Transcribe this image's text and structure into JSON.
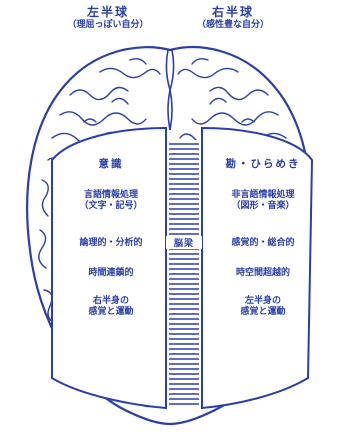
{
  "headers": {
    "left_title": "左半球",
    "left_subtitle": "（理屈っぽい自分）",
    "right_title": "右半球",
    "right_subtitle": "（感性豊な自分）"
  },
  "left_panel": {
    "title": "意識",
    "items": [
      "言語情報処理\n（文字・記号）",
      "論理的・分析的",
      "時間連鎖的",
      "右半身の\n感覚と運動"
    ]
  },
  "right_panel": {
    "title": "勘・ひらめき",
    "items": [
      "非言語情報処理\n（図形・音楽）",
      "感覚的・総合的",
      "時空間超越的",
      "左半身の\n感覚と運動"
    ]
  },
  "corpus_label": "脳梁",
  "colors": {
    "ink": "#2a3fa8",
    "background": "#ffffff"
  }
}
